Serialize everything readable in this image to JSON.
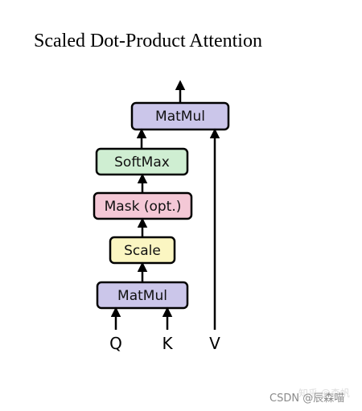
{
  "title": "Scaled Dot-Product Attention",
  "boxes": {
    "matmul_top": {
      "label": "MatMul",
      "fill": "#cbc6ea"
    },
    "softmax": {
      "label": "SoftMax",
      "fill": "#cfeed2"
    },
    "mask": {
      "label": "Mask (opt.)",
      "fill": "#f4c8d6"
    },
    "scale": {
      "label": "Scale",
      "fill": "#fbf6c2"
    },
    "matmul_bottom": {
      "label": "MatMul",
      "fill": "#cbc6ea"
    }
  },
  "inputs": {
    "q": "Q",
    "k": "K",
    "v": "V"
  },
  "watermark": {
    "main": "CSDN @辰森喵",
    "faint": "知乎 @森帆"
  }
}
